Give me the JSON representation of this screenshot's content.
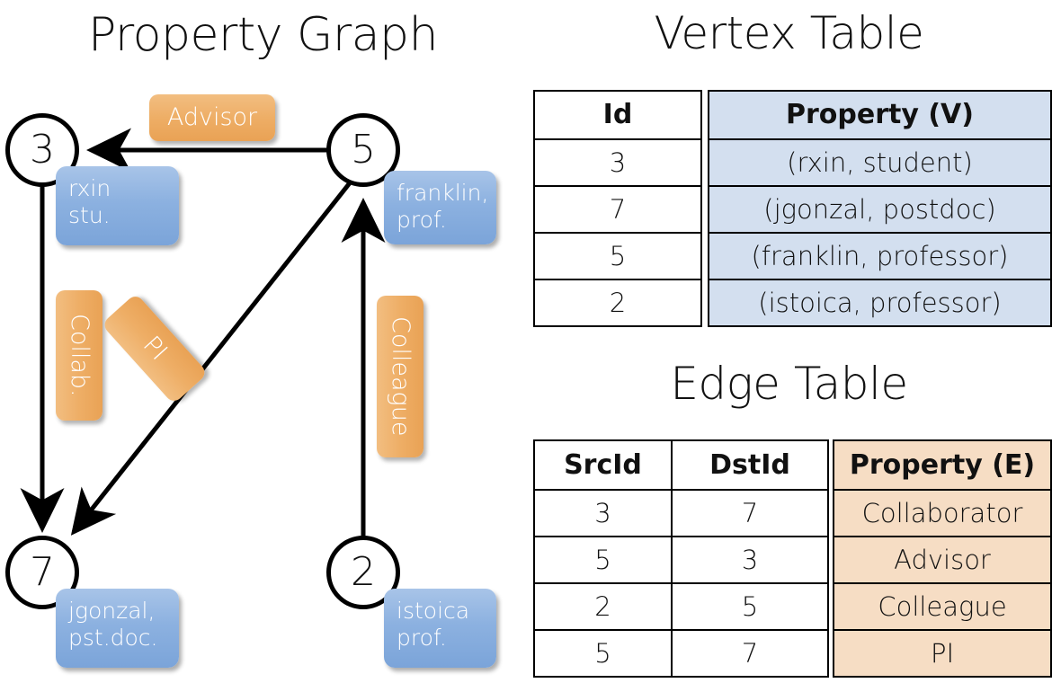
{
  "titles": {
    "graph": "Property Graph",
    "vertex": "Vertex Table",
    "edge": "Edge Table"
  },
  "graph": {
    "nodes": [
      {
        "id": "3",
        "property_lines": [
          "rxin",
          "stu."
        ]
      },
      {
        "id": "5",
        "property_lines": [
          "franklin,",
          "prof."
        ]
      },
      {
        "id": "7",
        "property_lines": [
          "jgonzal,",
          "pst.doc."
        ]
      },
      {
        "id": "2",
        "property_lines": [
          "istoica",
          "prof."
        ]
      }
    ],
    "edge_labels": [
      {
        "name": "advisor",
        "text": "Advisor",
        "orientation": "horizontal"
      },
      {
        "name": "collab",
        "text": "Collab.",
        "orientation": "vertical"
      },
      {
        "name": "pi",
        "text": "PI",
        "orientation": "vertical-rotated"
      },
      {
        "name": "colleague",
        "text": "Colleague",
        "orientation": "vertical"
      }
    ],
    "edges": [
      {
        "from": "5",
        "to": "3",
        "label": "Advisor"
      },
      {
        "from": "3",
        "to": "7",
        "label": "Collab."
      },
      {
        "from": "5",
        "to": "7",
        "label": "PI"
      },
      {
        "from": "2",
        "to": "5",
        "label": "Colleague"
      }
    ]
  },
  "vertex_table": {
    "headers": [
      "Id",
      "Property (V)"
    ],
    "rows": [
      {
        "id": "3",
        "property": "(rxin, student)"
      },
      {
        "id": "7",
        "property": "(jgonzal, postdoc)"
      },
      {
        "id": "5",
        "property": "(franklin, professor)"
      },
      {
        "id": "2",
        "property": "(istoica, professor)"
      }
    ]
  },
  "edge_table": {
    "headers": [
      "SrcId",
      "DstId",
      "Property (E)"
    ],
    "rows": [
      {
        "src": "3",
        "dst": "7",
        "property": "Collaborator"
      },
      {
        "src": "5",
        "dst": "3",
        "property": "Advisor"
      },
      {
        "src": "2",
        "dst": "5",
        "property": "Colleague"
      },
      {
        "src": "5",
        "dst": "7",
        "property": "PI"
      }
    ]
  },
  "colors": {
    "vertex_property_fill": "#d3dfef",
    "edge_property_fill": "#f6ddc4",
    "node_property_box": "#8cb1e0",
    "edge_label_box": "#eeae66",
    "stroke": "#000000",
    "background": "#ffffff"
  }
}
